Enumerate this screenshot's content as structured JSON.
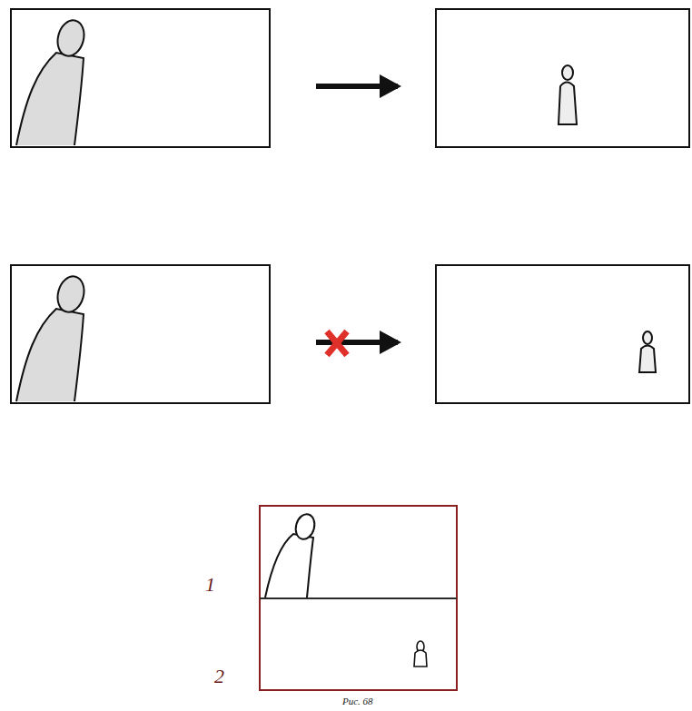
{
  "diagram": {
    "caption": "Рис. 68",
    "labels": [
      "1",
      "2"
    ]
  }
}
